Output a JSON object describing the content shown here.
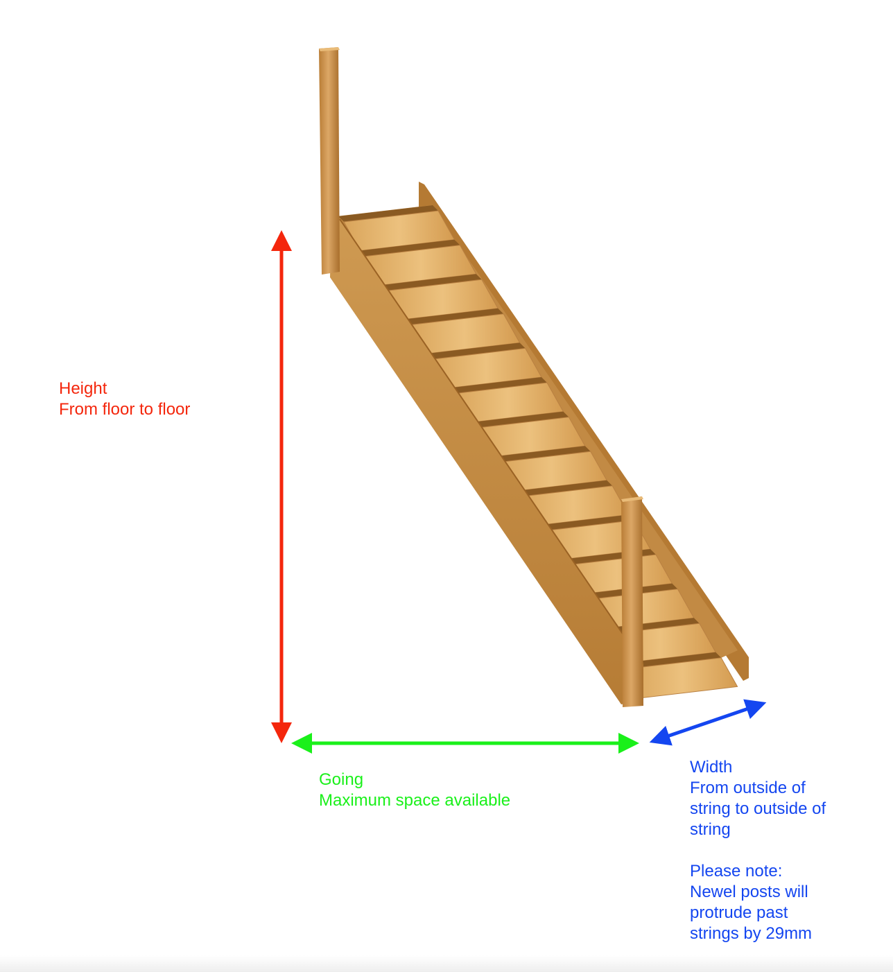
{
  "colors": {
    "height": "#f4260c",
    "going": "#1af01a",
    "width": "#1446f0",
    "wood_light": "#e4b46a",
    "wood_mid": "#c98d3f",
    "wood_dark": "#9a6224"
  },
  "height": {
    "title": "Height",
    "description": "From floor to floor"
  },
  "going": {
    "title": "Going",
    "description": "Maximum space available"
  },
  "width": {
    "title": "Width",
    "description_lines": [
      "From outside of",
      "string to outside of",
      "string"
    ],
    "note_lines": [
      "Please note:",
      "Newel posts will",
      "protrude past",
      "strings by 29mm"
    ]
  },
  "icons": [
    "staircase-illustration",
    "height-arrow-icon",
    "going-arrow-icon",
    "width-arrow-icon"
  ]
}
